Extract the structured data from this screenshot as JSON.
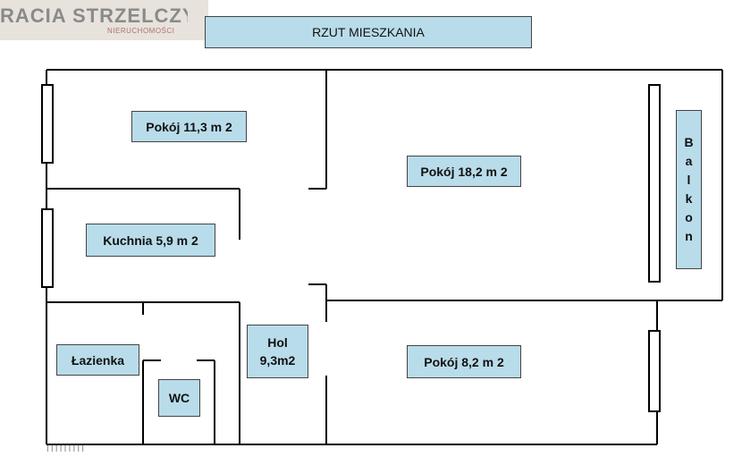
{
  "logo": {
    "text": "RACIA STRZELCZYK",
    "subtext": "NIERUCHOMOŚCI"
  },
  "title": "RZUT MIESZKANIA",
  "rooms": {
    "pokoj_11": "Pokój 11,3 m 2",
    "pokoj_18": "Pokój 18,2 m 2",
    "kuchnia": "Kuchnia 5,9 m 2",
    "lazienka": "Łazienka",
    "wc": "WC",
    "hol_line1": "Hol",
    "hol_line2": "9,3m2",
    "pokoj_8": "Pokój 8,2 m 2",
    "balkon": [
      "B",
      "a",
      "l",
      "k",
      "o",
      "n"
    ]
  },
  "watermark": "iiiiiiiii"
}
